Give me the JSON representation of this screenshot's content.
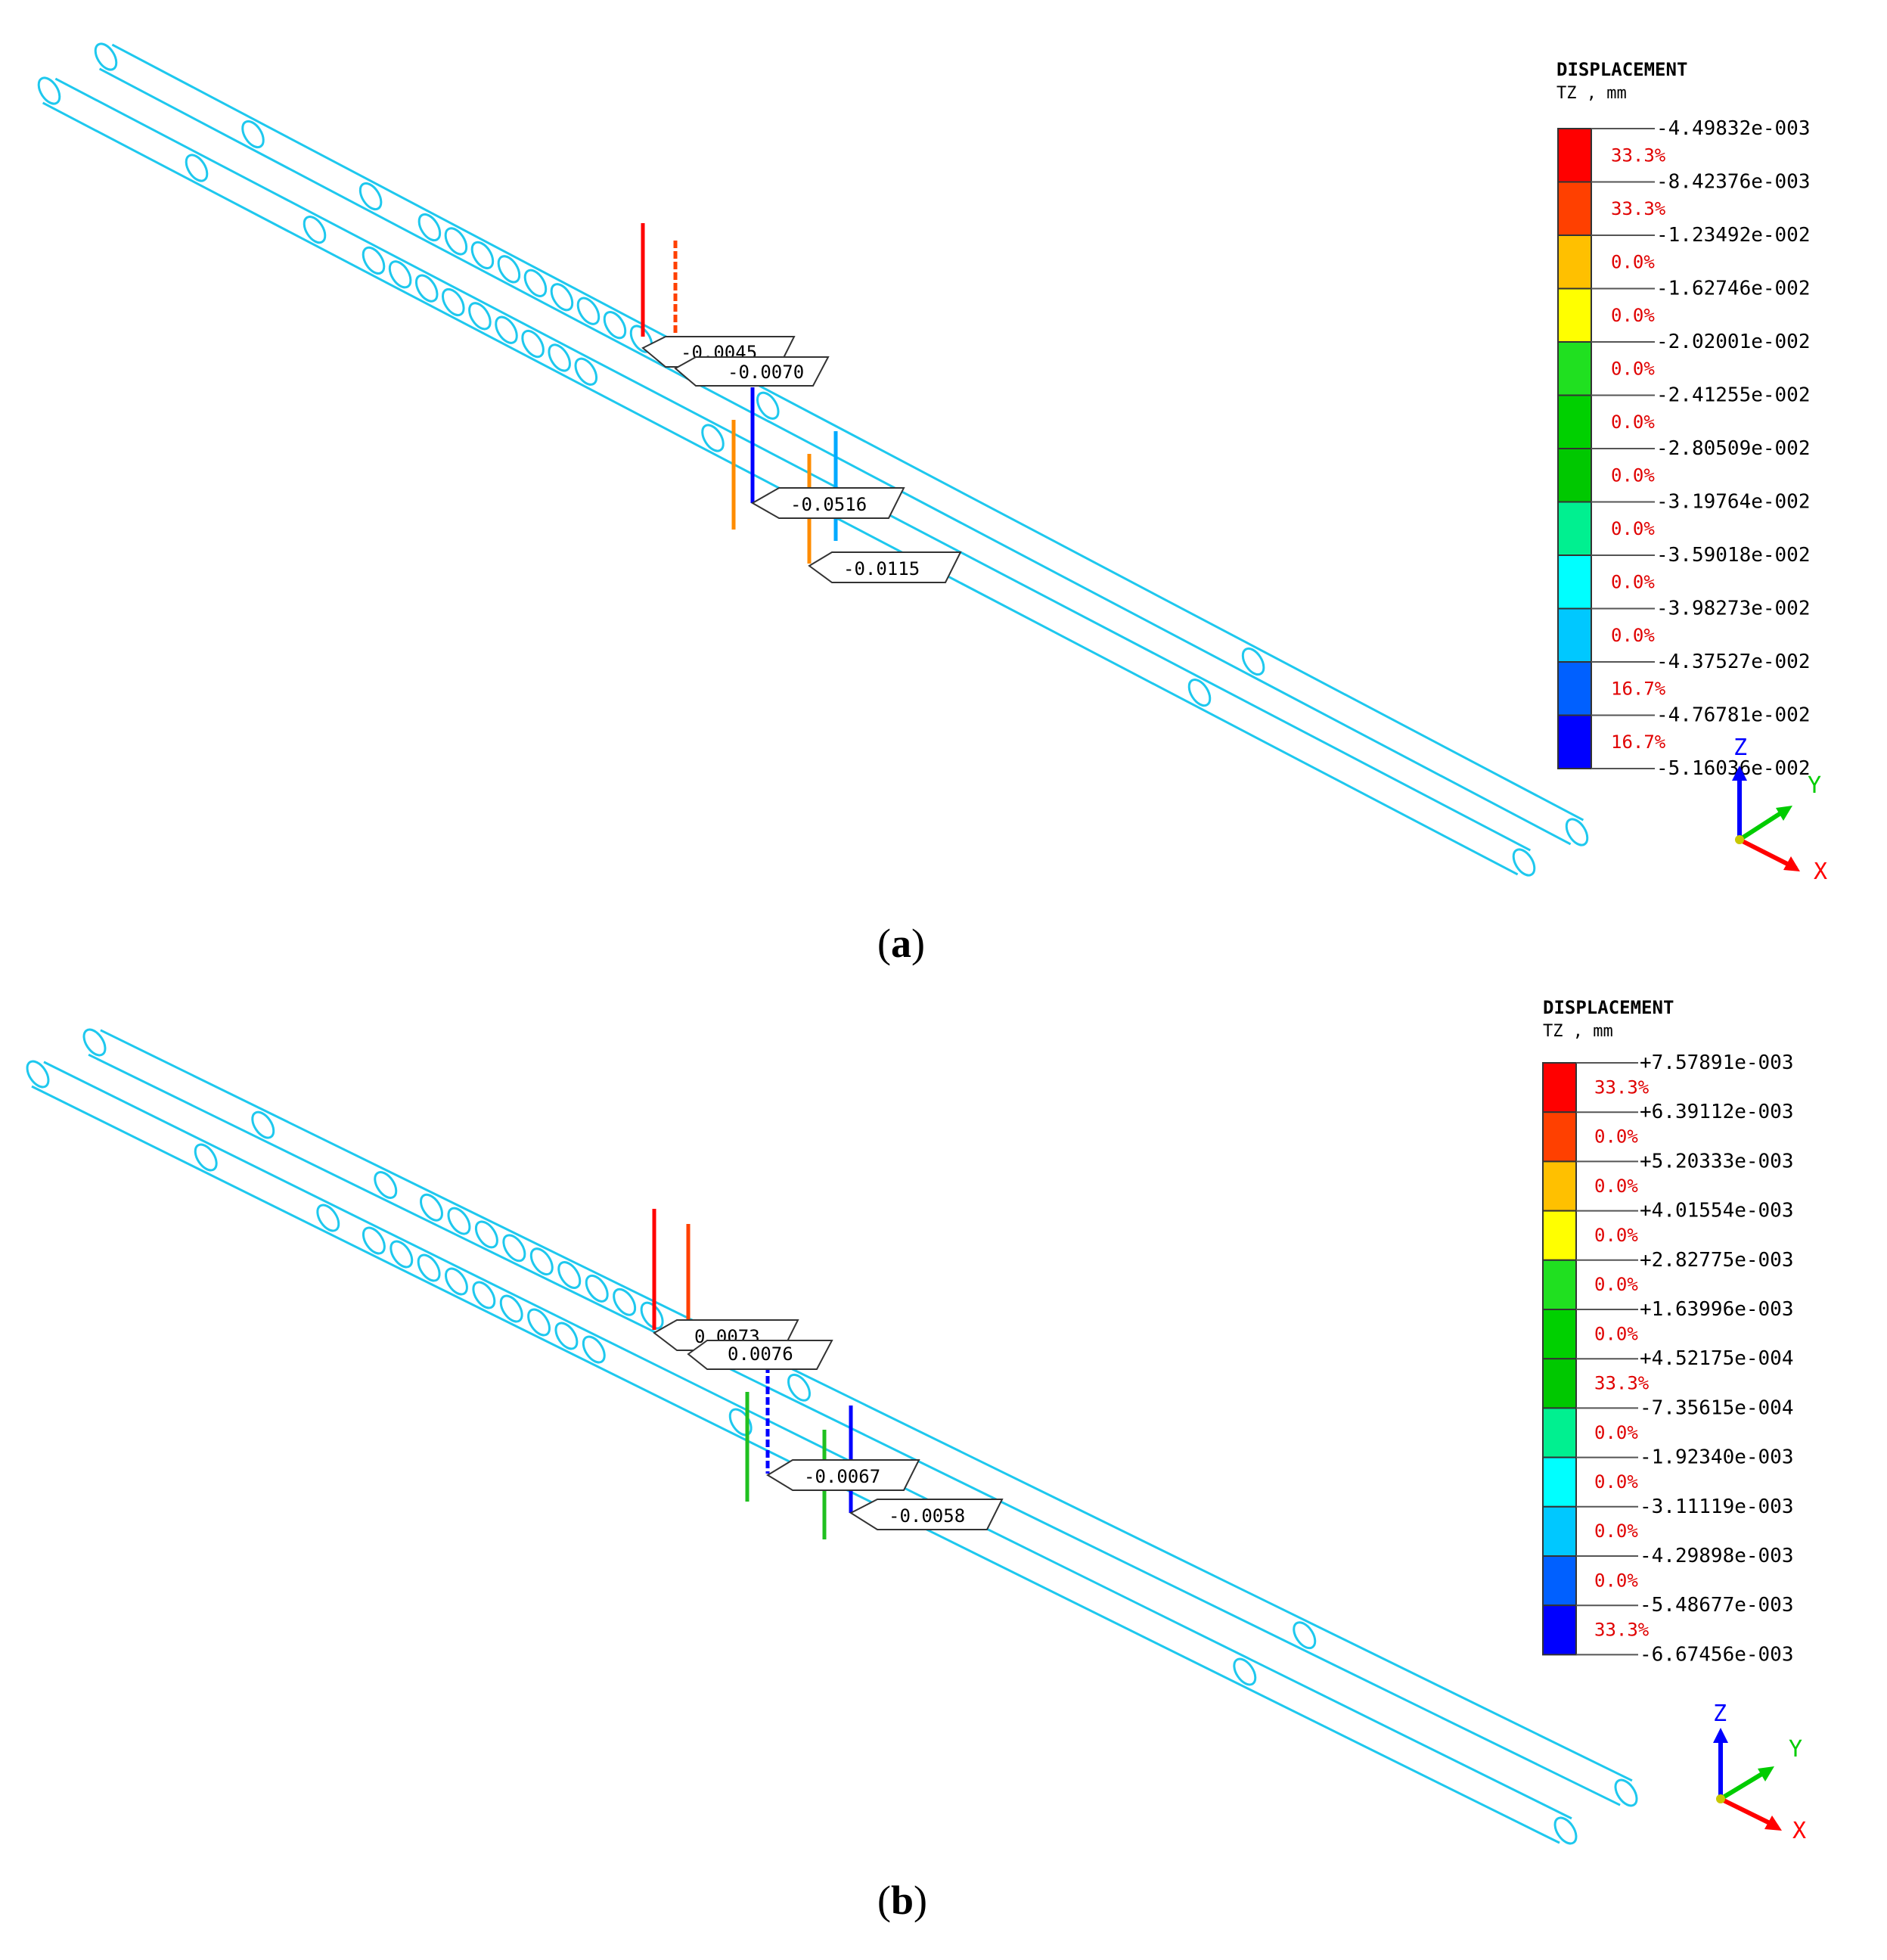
{
  "panels": [
    {
      "id": "a",
      "letter": "a",
      "legend": {
        "title": "DISPLACEMENT",
        "subtitle": "TZ , mm",
        "colors": [
          "#ff0000",
          "#ff4000",
          "#ffc000",
          "#ffff00",
          "#20e020",
          "#00d000",
          "#00c800",
          "#00f090",
          "#00ffff",
          "#00c8ff",
          "#0060ff",
          "#0000ff"
        ],
        "values": [
          "-4.49832e-003",
          "-8.42376e-003",
          "-1.23492e-002",
          "-1.62746e-002",
          "-2.02001e-002",
          "-2.41255e-002",
          "-2.80509e-002",
          "-3.19764e-002",
          "-3.59018e-002",
          "-3.98273e-002",
          "-4.37527e-002",
          "-4.76781e-002",
          "-5.16036e-002"
        ],
        "percents": [
          "33.3%",
          "33.3%",
          "0.0%",
          "0.0%",
          "0.0%",
          "0.0%",
          "0.0%",
          "0.0%",
          "0.0%",
          "0.0%",
          "16.7%",
          "16.7%"
        ]
      },
      "callouts": [
        "-0.0045",
        "-0.0070",
        "-0.0516",
        "-0.0115"
      ],
      "axes": {
        "x": "X",
        "y": "Y",
        "z": "Z"
      }
    },
    {
      "id": "b",
      "letter": "b",
      "legend": {
        "title": "DISPLACEMENT",
        "subtitle": "TZ , mm",
        "colors": [
          "#ff0000",
          "#ff4000",
          "#ffc000",
          "#ffff00",
          "#20e020",
          "#00d000",
          "#00c800",
          "#00f090",
          "#00ffff",
          "#00c8ff",
          "#0060ff",
          "#0000ff"
        ],
        "values": [
          "+7.57891e-003",
          "+6.39112e-003",
          "+5.20333e-003",
          "+4.01554e-003",
          "+2.82775e-003",
          "+1.63996e-003",
          "+4.52175e-004",
          "-7.35615e-004",
          "-1.92340e-003",
          "-3.11119e-003",
          "-4.29898e-003",
          "-5.48677e-003",
          "-6.67456e-003"
        ],
        "percents": [
          "33.3%",
          "0.0%",
          "0.0%",
          "0.0%",
          "0.0%",
          "0.0%",
          "33.3%",
          "0.0%",
          "0.0%",
          "0.0%",
          "0.0%",
          "33.3%"
        ]
      },
      "callouts": [
        "0.0073",
        "0.0076",
        "-0.0067",
        "-0.0058"
      ],
      "axes": {
        "x": "X",
        "y": "Y",
        "z": "Z"
      }
    }
  ]
}
